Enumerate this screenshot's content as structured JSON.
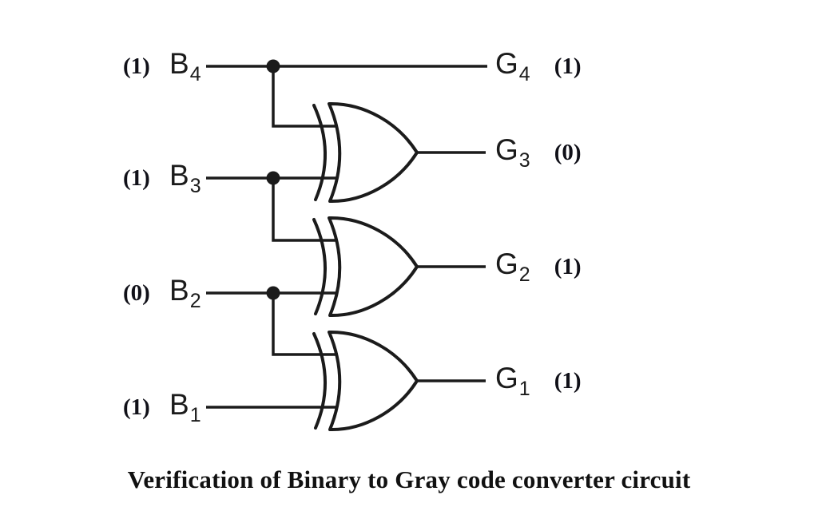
{
  "caption": "Verification of Binary to Gray code converter circuit",
  "colors": {
    "line": "#1b1b1b",
    "text": "#141414",
    "background": "#ffffff"
  },
  "inputs": [
    {
      "value": "(1)",
      "signal": "B",
      "sub": "4"
    },
    {
      "value": "(1)",
      "signal": "B",
      "sub": "3"
    },
    {
      "value": "(0)",
      "signal": "B",
      "sub": "2"
    },
    {
      "value": "(1)",
      "signal": "B",
      "sub": "1"
    }
  ],
  "outputs": [
    {
      "signal": "G",
      "sub": "4",
      "value": "(1)"
    },
    {
      "signal": "G",
      "sub": "3",
      "value": "(0)"
    },
    {
      "signal": "G",
      "sub": "2",
      "value": "(1)"
    },
    {
      "signal": "G",
      "sub": "1",
      "value": "(1)"
    }
  ],
  "gates": [
    {
      "type": "XOR"
    },
    {
      "type": "XOR"
    },
    {
      "type": "XOR"
    }
  ]
}
